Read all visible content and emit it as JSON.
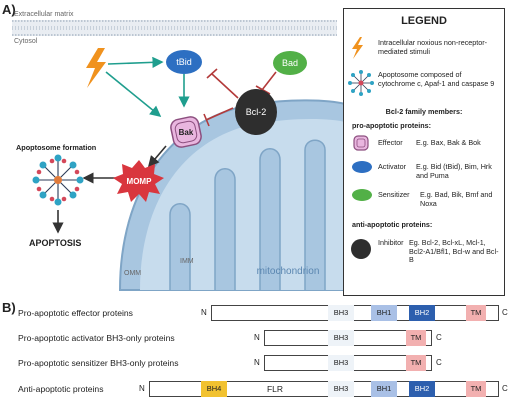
{
  "panel_a": {
    "label": "A)",
    "extracellular": "Extracellular matrix",
    "cytosol": "Cytosol",
    "tbid": "tBid",
    "bad": "Bad",
    "bak": "Bak",
    "bcl2": "Bcl-2",
    "apoptosome_formation": "Apoptosome formation",
    "momp": "MOMP",
    "apoptosis": "APOPTOSIS",
    "omm": "OMM",
    "imm": "IMM",
    "mitochondrion": "mitochondrion"
  },
  "legend": {
    "title": "LEGEND",
    "stimuli": "Intracellular noxious non-receptor-mediated stimuli",
    "apoptosome": "Apoptosome composed of cytochrome c, Apaf-1 and caspase 9",
    "family_heading": "Bcl-2 family members:",
    "pro_heading": "pro-apoptotic proteins:",
    "effector_label": "Effector",
    "effector_eg": "E.g. Bax, Bak & Bok",
    "activator_label": "Activator",
    "activator_eg": "E.g. Bid (tBid), Bim, Hrk and Puma",
    "sensitizer_label": "Sensitizer",
    "sensitizer_eg": "E.g. Bad, Bik, Bmf and Noxa",
    "anti_heading": "anti-apoptotic proteins:",
    "inhibitor_label": "Inhibitor",
    "inhibitor_eg": "Eg. Bcl-2, Bcl-xL, Mcl-1, Bcl2-A1/Bfl1, Bcl-w and Bcl-B",
    "colors": {
      "effector": "#e9b6df",
      "activator": "#2d6fc2",
      "sensitizer": "#52b047",
      "inhibitor": "#2e2e2e",
      "stimulus": "#f0921e"
    }
  },
  "panel_b": {
    "label": "B)",
    "n": "N",
    "c": "C",
    "rows": [
      {
        "label": "Pro-apoptotic effector proteins",
        "domains": {
          "bh3": "BH3",
          "bh1": "BH1",
          "bh2": "BH2",
          "tm": "TM"
        }
      },
      {
        "label": "Pro-apoptotic activator BH3-only proteins",
        "domains": {
          "bh3": "BH3",
          "tm": "TM"
        }
      },
      {
        "label": "Pro-apoptotic sensitizer BH3-only proteins",
        "domains": {
          "bh3": "BH3",
          "tm": "TM"
        }
      },
      {
        "label": "Anti-apoptotic proteins",
        "domains": {
          "bh4": "BH4",
          "flr": "FLR",
          "bh3": "BH3",
          "bh1": "BH1",
          "bh2": "BH2",
          "tm": "TM"
        }
      }
    ],
    "colors": {
      "bh4": "#f2c230",
      "bh3": "#eef3f8",
      "bh1": "#a9c0e6",
      "bh2": "#2d5fae",
      "tm": "#f2b0b0"
    }
  }
}
